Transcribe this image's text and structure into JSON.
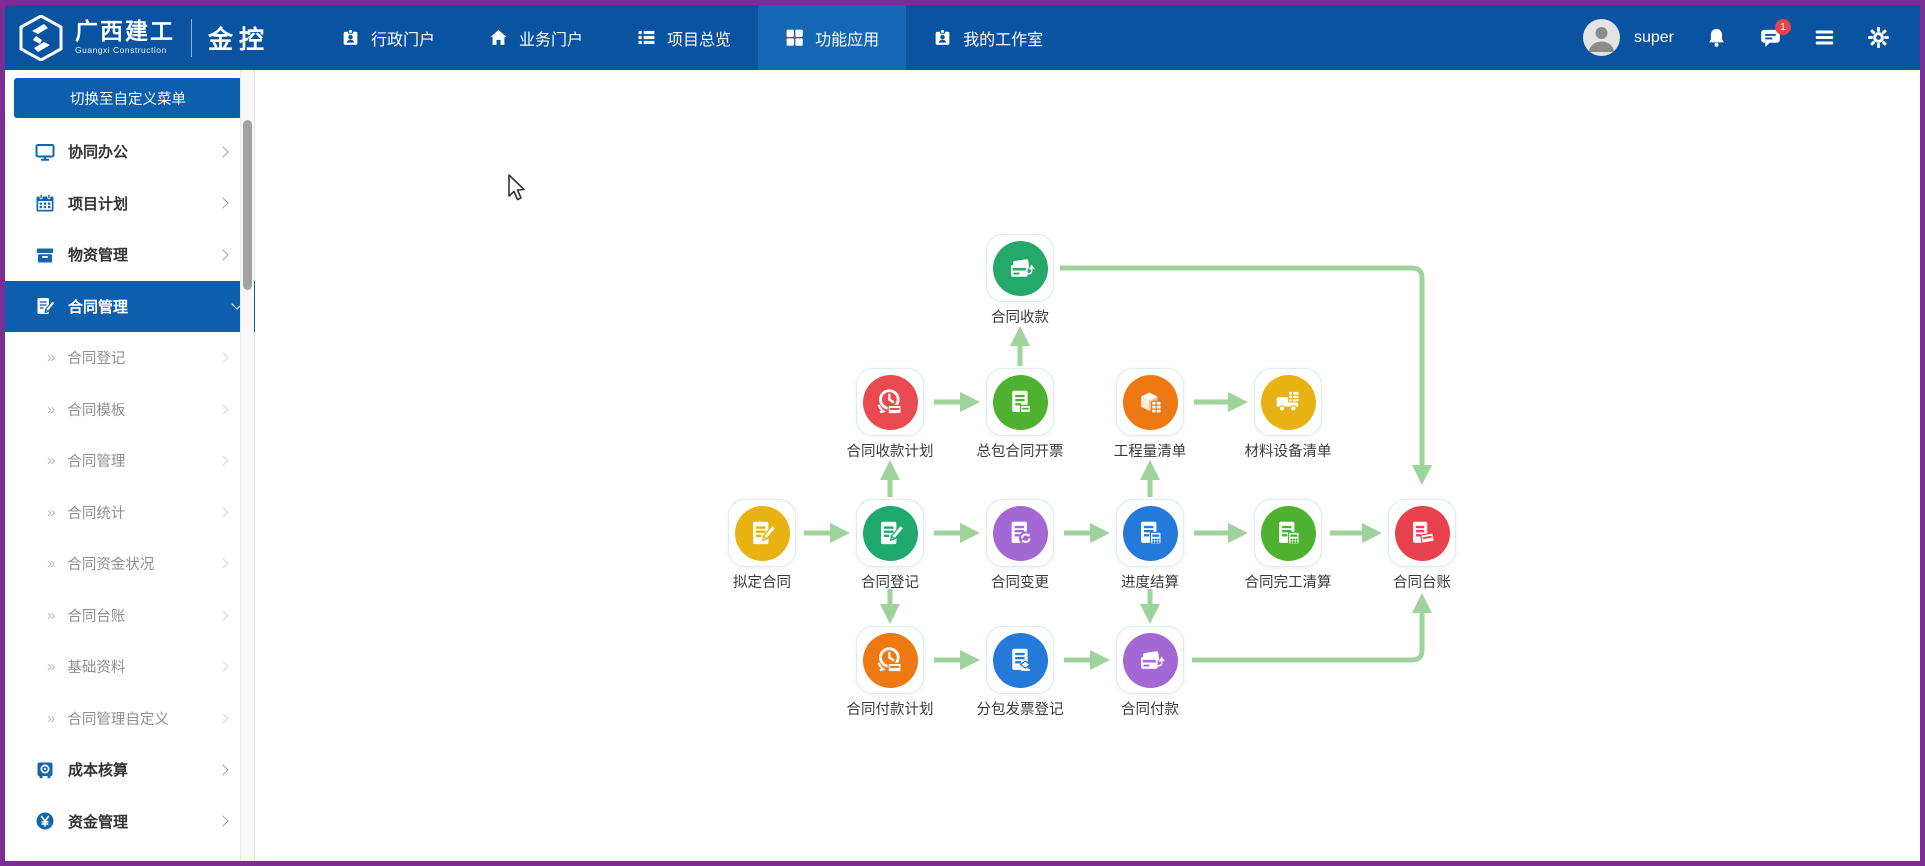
{
  "topbar": {
    "logo": {
      "cn": "广西建工",
      "en": "Guangxi Construction",
      "product": "金控"
    },
    "tabs": [
      {
        "label": "行政门户",
        "icon": "id-badge-icon",
        "active": false
      },
      {
        "label": "业务门户",
        "icon": "home-icon",
        "active": false
      },
      {
        "label": "项目总览",
        "icon": "list-icon",
        "active": false
      },
      {
        "label": "功能应用",
        "icon": "grid-icon",
        "active": true
      },
      {
        "label": "我的工作室",
        "icon": "id-badge-icon",
        "active": false
      }
    ],
    "user_name": "super",
    "chat_badge_count": "1"
  },
  "sidebar": {
    "switch_menu_button": "切换至自定义菜单",
    "items": [
      {
        "label": "协同办公",
        "icon": "monitor-icon",
        "level": 1,
        "active": false
      },
      {
        "label": "项目计划",
        "icon": "calendar-icon",
        "level": 1,
        "active": false
      },
      {
        "label": "物资管理",
        "icon": "archive-icon",
        "level": 1,
        "active": false
      },
      {
        "label": "合同管理",
        "icon": "contract-icon",
        "level": 1,
        "active": true,
        "expanded": true
      },
      {
        "label": "合同登记",
        "level": 2
      },
      {
        "label": "合同模板",
        "level": 2
      },
      {
        "label": "合同管理",
        "level": 2
      },
      {
        "label": "合同统计",
        "level": 2
      },
      {
        "label": "合同资金状况",
        "level": 2
      },
      {
        "label": "合同台账",
        "level": 2
      },
      {
        "label": "基础资料",
        "level": 2
      },
      {
        "label": "合同管理自定义",
        "level": 2
      },
      {
        "label": "成本核算",
        "icon": "safe-icon",
        "level": 1,
        "active": false
      },
      {
        "label": "资金管理",
        "icon": "yuan-icon",
        "level": 1,
        "active": false
      }
    ]
  },
  "flowchart": {
    "nodes": [
      {
        "label": "合同收款",
        "color": "#25a969",
        "icon": "pos-card-icon"
      },
      {
        "label": "合同收款计划",
        "color": "#e84a50",
        "icon": "clock-card-icon"
      },
      {
        "label": "总包合同开票",
        "color": "#4eb230",
        "icon": "invoice-doc-icon"
      },
      {
        "label": "工程量清单",
        "color": "#ee7811",
        "icon": "box-list-icon"
      },
      {
        "label": "材料设备清单",
        "color": "#e9b213",
        "icon": "truck-list-icon"
      },
      {
        "label": "拟定合同",
        "color": "#e9b213",
        "icon": "doc-pencil-icon"
      },
      {
        "label": "合同登记",
        "color": "#20a871",
        "icon": "doc-pencil-icon"
      },
      {
        "label": "合同变更",
        "color": "#a468d5",
        "icon": "doc-refresh-icon"
      },
      {
        "label": "进度结算",
        "color": "#2579d9",
        "icon": "doc-calc-icon"
      },
      {
        "label": "合同完工清算",
        "color": "#4eb230",
        "icon": "doc-calc-icon"
      },
      {
        "label": "合同台账",
        "color": "#e8434c",
        "icon": "doc-card-icon"
      },
      {
        "label": "合同付款计划",
        "color": "#ee7811",
        "icon": "clock-card-icon"
      },
      {
        "label": "分包发票登记",
        "color": "#2579d9",
        "icon": "invoice-stamp-icon"
      },
      {
        "label": "合同付款",
        "color": "#a468d5",
        "icon": "pos-card-icon"
      }
    ]
  },
  "colors": {
    "topbar_bg": "#0a53a0",
    "topbar_active_tab": "#1566b4",
    "sidebar_active_blue": "#0d5fad",
    "arrow_green": "#9ed49b",
    "frame_purple": "#7c2d95",
    "badge_red": "#e7434a"
  }
}
